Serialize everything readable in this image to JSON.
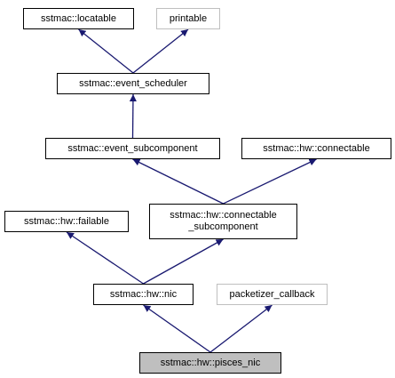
{
  "colors": {
    "edge": "#191970",
    "node_border": "#000000",
    "external_border": "#bfbfbf",
    "current_fill": "#bfbfbf"
  },
  "nodes": {
    "locatable": {
      "label": "sstmac::locatable"
    },
    "printable": {
      "label": "printable"
    },
    "event_scheduler": {
      "label": "sstmac::event_scheduler"
    },
    "event_subcomponent": {
      "label": "sstmac::event_subcomponent"
    },
    "connectable": {
      "label": "sstmac::hw::connectable"
    },
    "failable": {
      "label": "sstmac::hw::failable"
    },
    "connectable_subcomponent": {
      "label_line1": "sstmac::hw::connectable",
      "label_line2": "_subcomponent"
    },
    "nic": {
      "label": "sstmac::hw::nic"
    },
    "packetizer_callback": {
      "label": "packetizer_callback"
    },
    "pisces_nic": {
      "label": "sstmac::hw::pisces_nic"
    }
  },
  "edges": [
    {
      "from": "event_scheduler",
      "to": "locatable"
    },
    {
      "from": "event_scheduler",
      "to": "printable"
    },
    {
      "from": "event_subcomponent",
      "to": "event_scheduler"
    },
    {
      "from": "connectable_subcomponent",
      "to": "event_subcomponent"
    },
    {
      "from": "connectable_subcomponent",
      "to": "connectable"
    },
    {
      "from": "nic",
      "to": "failable"
    },
    {
      "from": "nic",
      "to": "connectable_subcomponent"
    },
    {
      "from": "pisces_nic",
      "to": "nic"
    },
    {
      "from": "pisces_nic",
      "to": "packetizer_callback"
    }
  ]
}
